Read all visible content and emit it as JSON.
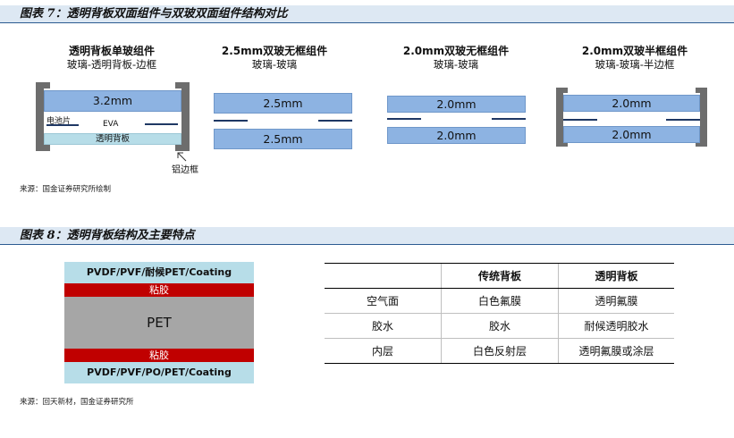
{
  "figure7": {
    "title": "图表 7：透明背板双面组件与双玻双面组件结构对比",
    "source": "来源：国金证券研究所绘制",
    "modules": [
      {
        "title": "透明背板单玻组件",
        "subtitle": "玻璃-透明背板-边框",
        "glass_top": "3.2mm",
        "cell_label": "电池片",
        "eva_label": "EVA",
        "backsheet_label": "透明背板",
        "frame_label": "铝边框"
      },
      {
        "title": "2.5mm双玻无框组件",
        "subtitle": "玻璃-玻璃",
        "glass_top": "2.5mm",
        "glass_bottom": "2.5mm"
      },
      {
        "title": "2.0mm双玻无框组件",
        "subtitle": "玻璃-玻璃",
        "glass_top": "2.0mm",
        "glass_bottom": "2.0mm"
      },
      {
        "title": "2.0mm双玻半框组件",
        "subtitle": "玻璃-玻璃-半边框",
        "glass_top": "2.0mm",
        "glass_bottom": "2.0mm"
      }
    ]
  },
  "figure8": {
    "title": "图表 8：透明背板结构及主要特点",
    "source": "来源：回天新材，国金证券研究所",
    "layers": [
      "PVDF/PVF/耐候PET/Coating",
      "粘胶",
      "PET",
      "粘胶",
      "PVDF/PVF/PO/PET/Coating"
    ],
    "table": {
      "headers": [
        "",
        "传统背板",
        "透明背板"
      ],
      "rows": [
        [
          "空气面",
          "白色氟膜",
          "透明氟膜"
        ],
        [
          "胶水",
          "胶水",
          "耐候透明胶水"
        ],
        [
          "内层",
          "白色反射层",
          "透明氟膜或涂层"
        ]
      ]
    }
  },
  "colors": {
    "glass": "#8db3e2",
    "backsheet": "#b7dde8",
    "glue": "#c00000",
    "pet": "#a6a6a6",
    "frame": "#6d6d6d",
    "title_band": "#dde8f3"
  }
}
